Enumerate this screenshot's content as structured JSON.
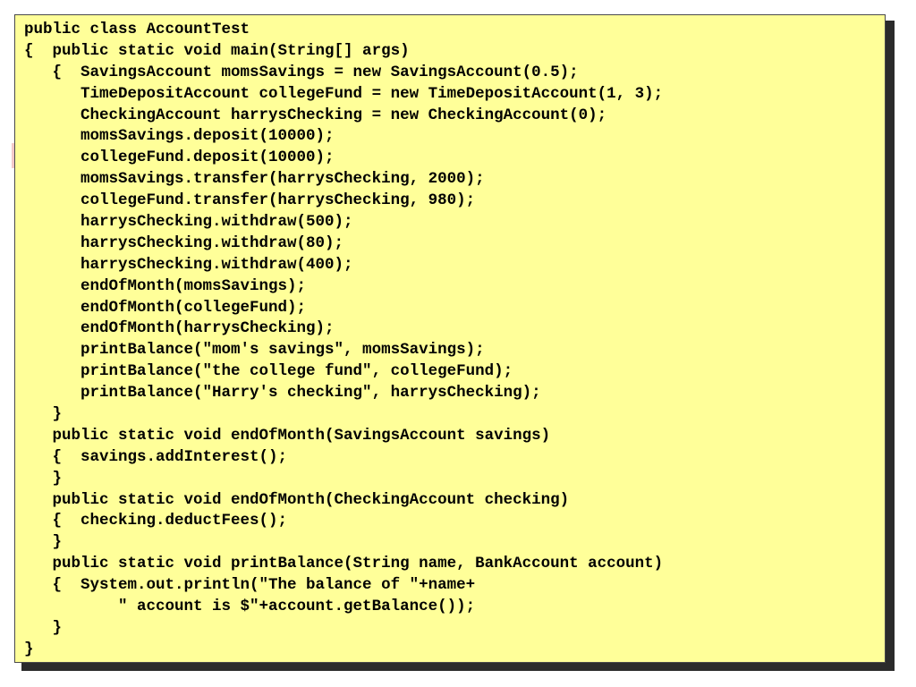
{
  "code": {
    "lines": [
      "public class AccountTest",
      "{  public static void main(String[] args)",
      "   {  SavingsAccount momsSavings = new SavingsAccount(0.5);",
      "      TimeDepositAccount collegeFund = new TimeDepositAccount(1, 3);",
      "      CheckingAccount harrysChecking = new CheckingAccount(0);",
      "      momsSavings.deposit(10000);",
      "      collegeFund.deposit(10000);",
      "      momsSavings.transfer(harrysChecking, 2000);",
      "      collegeFund.transfer(harrysChecking, 980);",
      "      harrysChecking.withdraw(500);",
      "      harrysChecking.withdraw(80);",
      "      harrysChecking.withdraw(400);",
      "      endOfMonth(momsSavings);",
      "      endOfMonth(collegeFund);",
      "      endOfMonth(harrysChecking);",
      "      printBalance(\"mom's savings\", momsSavings);",
      "      printBalance(\"the college fund\", collegeFund);",
      "      printBalance(\"Harry's checking\", harrysChecking);",
      "   }",
      "   public static void endOfMonth(SavingsAccount savings)",
      "   {  savings.addInterest();",
      "   }",
      "   public static void endOfMonth(CheckingAccount checking)",
      "   {  checking.deductFees();",
      "   }",
      "   public static void printBalance(String name, BankAccount account)",
      "   {  System.out.println(\"The balance of \"+name+",
      "          \" account is $\"+account.getBalance());",
      "   }",
      "}"
    ]
  },
  "colors": {
    "box_background": "#ffff99",
    "shadow": "#2b2b2b",
    "text": "#000000"
  }
}
